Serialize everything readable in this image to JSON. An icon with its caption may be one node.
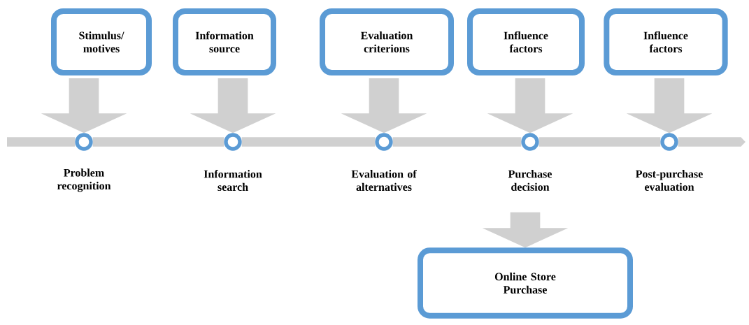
{
  "diagram": {
    "nodes": [
      {
        "text": [
          "Stimulus/ motives"
        ]
      },
      {
        "text": [
          "Information source"
        ]
      },
      {
        "text": [
          "Evaluation criterions"
        ]
      },
      {
        "text": [
          "Influence factors"
        ]
      },
      {
        "text": [
          "Influence factors"
        ]
      },
      {
        "text": [],
        "shape": "circle",
        "beside": [
          "Problem recognition"
        ]
      },
      {
        "text": [],
        "shape": "circle",
        "beside": [
          "Information search"
        ]
      },
      {
        "text": [],
        "shape": "circle",
        "beside": [
          "Evaluation of alternatives"
        ]
      },
      {
        "text": [],
        "shape": "circle",
        "beside": [
          "Purchase decision"
        ]
      },
      {
        "text": [],
        "shape": "circle",
        "beside": [
          "Post-purchase evaluation"
        ]
      },
      {
        "text": [
          "Online Store Purchase"
        ]
      }
    ],
    "edges": [
      {
        "from": 0,
        "to": 5,
        "arrow": "to",
        "style": "thick"
      },
      {
        "from": 1,
        "to": 6,
        "arrow": "to",
        "style": "thick"
      },
      {
        "from": 2,
        "to": 7,
        "arrow": "to",
        "style": "thick"
      },
      {
        "from": 3,
        "to": 8,
        "arrow": "to",
        "style": "thick"
      },
      {
        "from": 4,
        "to": 9,
        "arrow": "to",
        "style": "thick"
      },
      {
        "from": null,
        "to": 5,
        "arrow": "none"
      },
      {
        "from": 5,
        "to": 6,
        "arrow": "none"
      },
      {
        "from": 6,
        "to": 7,
        "arrow": "none"
      },
      {
        "from": 7,
        "to": 8,
        "arrow": "none"
      },
      {
        "from": 8,
        "to": 9,
        "arrow": "none"
      },
      {
        "from": 9,
        "to": null,
        "arrow": "to"
      },
      {
        "from": 8,
        "to": 10,
        "arrow": "to",
        "style": "thick"
      }
    ]
  }
}
